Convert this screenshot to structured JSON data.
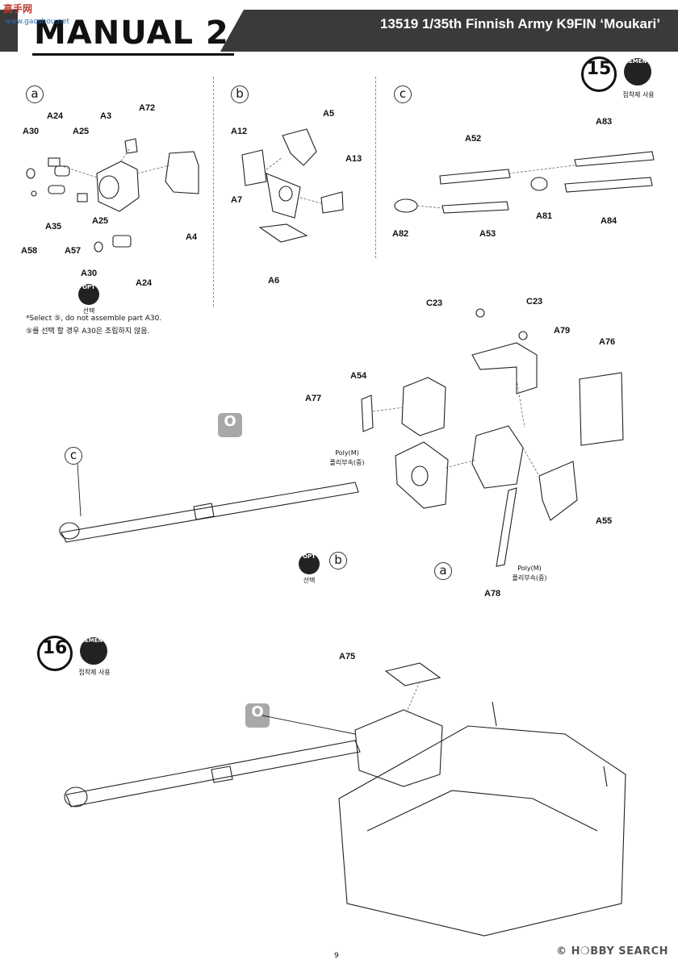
{
  "header": {
    "watermark": "高手网",
    "watermark_url": "www.gaoshou.net",
    "title": "MANUAL 2",
    "model": "13519 1/35th Finnish Army K9FIN ‘Moukari’"
  },
  "step15": {
    "number": "15",
    "cement_label": "CEMENT",
    "cement_note": "접착제 사용",
    "sub_a": {
      "letter": "a",
      "parts": [
        "A30",
        "A24",
        "A25",
        "A3",
        "A72",
        "A35",
        "A58",
        "A57",
        "A25",
        "A4",
        "A30",
        "A24"
      ],
      "opt_label": "OPT",
      "opt_note": "선택"
    },
    "sub_b": {
      "letter": "b",
      "parts": [
        "A12",
        "A5",
        "A13",
        "A7",
        "A6"
      ]
    },
    "sub_c": {
      "letter": "c",
      "parts": [
        "A52",
        "A83",
        "A82",
        "A53",
        "A81",
        "A84"
      ]
    },
    "notes": [
      "*Select ⑤, do not assemble part A30.",
      "⑤를 선택 할 경우 A30은 조립하지 않음."
    ],
    "main": {
      "parts": [
        "C23",
        "C23",
        "A79",
        "A76",
        "A54",
        "A77",
        "A55",
        "A78"
      ],
      "badge": "O",
      "poly_label": "Poly(M)",
      "poly_note": "폴리부속(중)",
      "poly_label2": "Poly(M)",
      "poly_note2": "폴리부속(중)",
      "ref_c": "c",
      "ref_b": "b",
      "ref_a": "a",
      "opt_label": "OPT",
      "opt_note": "선택"
    }
  },
  "step16": {
    "number": "16",
    "cement_label": "CEMENT",
    "cement_note": "접착제 사용",
    "part": "A75",
    "badge": "O"
  },
  "footer": {
    "page": "9",
    "logo": "© H❍BBY SEARCH"
  }
}
